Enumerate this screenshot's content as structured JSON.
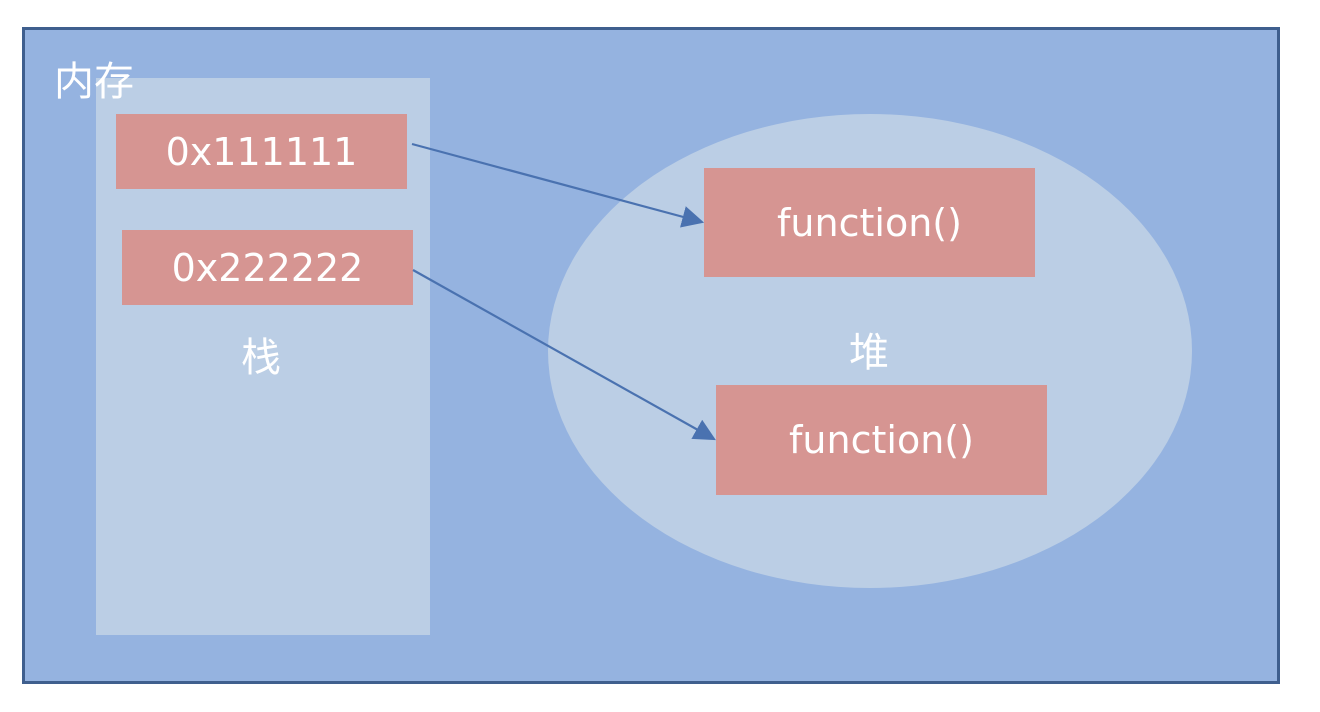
{
  "memory": {
    "label": "内存"
  },
  "stack": {
    "label": "栈",
    "items": [
      {
        "value": "0x111111"
      },
      {
        "value": "0x222222"
      }
    ]
  },
  "heap": {
    "label": "堆",
    "items": [
      {
        "value": "function()"
      },
      {
        "value": "function()"
      }
    ]
  },
  "colors": {
    "memory_fill": "#95b3e0",
    "memory_border": "#3f5f8e",
    "region_fill": "#bbcee5",
    "box_fill": "#d69592",
    "arrow": "#4a72b0",
    "text": "#ffffff"
  }
}
